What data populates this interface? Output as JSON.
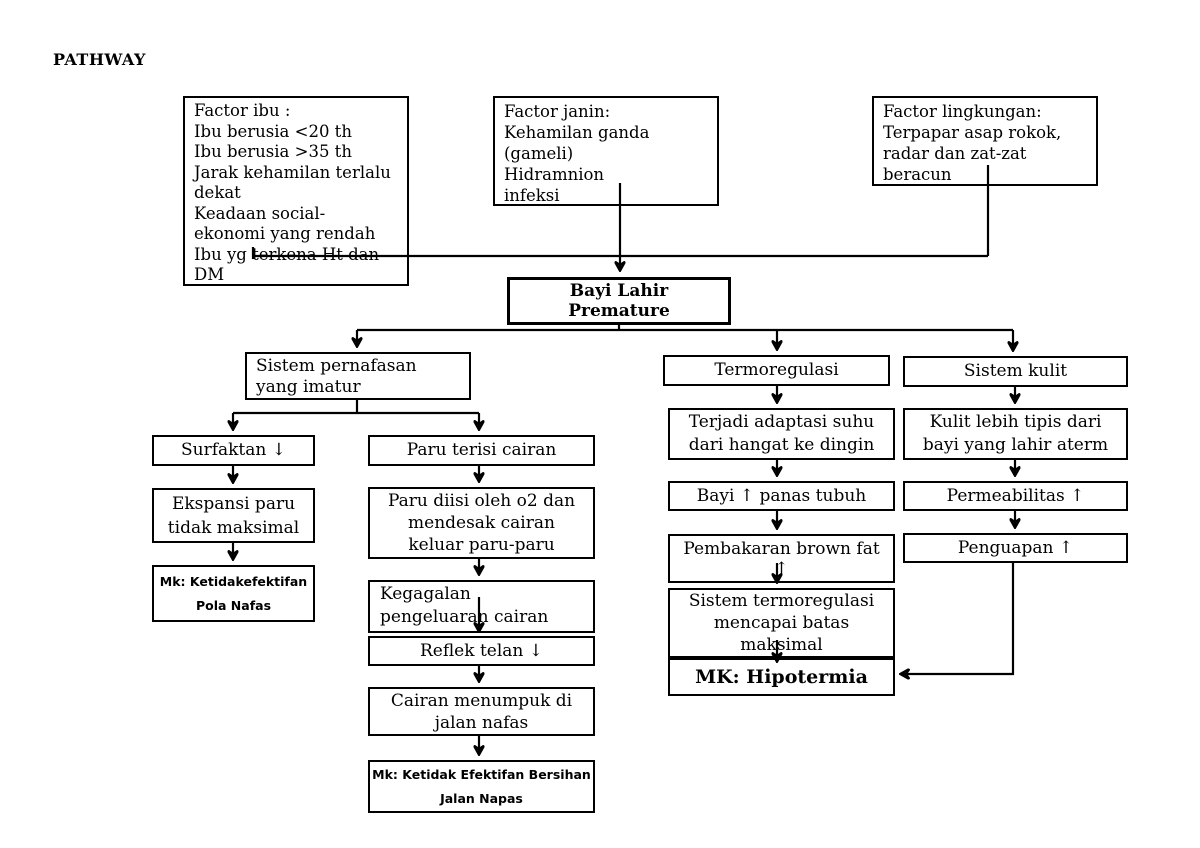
{
  "title": "PATHWAY",
  "colors": {
    "ink": "#000000",
    "background": "#ffffff"
  },
  "boxes": {
    "factor_ibu": "Factor ibu :\nIbu berusia <20 th\nIbu berusia >35 th\nJarak kehamilan terlalu\ndekat\nKeadaan social-\nekonomi yang rendah\nIbu yg terkena Ht dan\nDM",
    "factor_janin": "Factor janin:\nKehamilan ganda\n(gameli)\nHidramnion\ninfeksi",
    "factor_lingkungan": "Factor lingkungan:\nTerpapar asap rokok,\nradar dan zat-zat\nberacun",
    "bayi_lahir": "Bayi Lahir\nPremature",
    "sistem_pernafasan": "Sistem pernafasan\nyang imatur",
    "surfaktan": "Surfaktan ↓",
    "ekspansi_paru": "Ekspansi paru\ntidak maksimal",
    "mk_pola_nafas": "Mk: Ketidakefektifan\nPola Nafas",
    "paru_terisi": "Paru terisi cairan",
    "paru_diisi": "Paru diisi oleh o2 dan\nmendesak cairan\nkeluar paru-paru",
    "kegagalan": "Kegagalan\npengeluaran cairan",
    "reflek_telan": "Reflek telan ↓",
    "cairan_menumpuk": "Cairan menumpuk di\njalan nafas",
    "mk_bersihan": "Mk: Ketidak Efektifan Bersihan\nJalan Napas",
    "termoregulasi": "Termoregulasi",
    "terjadi_adaptasi": "Terjadi adaptasi suhu\ndari hangat ke dingin",
    "bayi_panas": "Bayi ↑ panas tubuh",
    "pembakaran_brown_fat": "Pembakaran brown fat\n↑",
    "sistem_termoregulasi": "Sistem termoregulasi\nmencapai batas\nmaksimal",
    "mk_hipotermia": "MK: Hipotermia",
    "sistem_kulit": "Sistem kulit",
    "kulit_tipis": "Kulit lebih tipis dari\nbayi yang lahir aterm",
    "permeabilitas": "Permeabilitas ↑",
    "penguapan": "Penguapan ↑"
  }
}
